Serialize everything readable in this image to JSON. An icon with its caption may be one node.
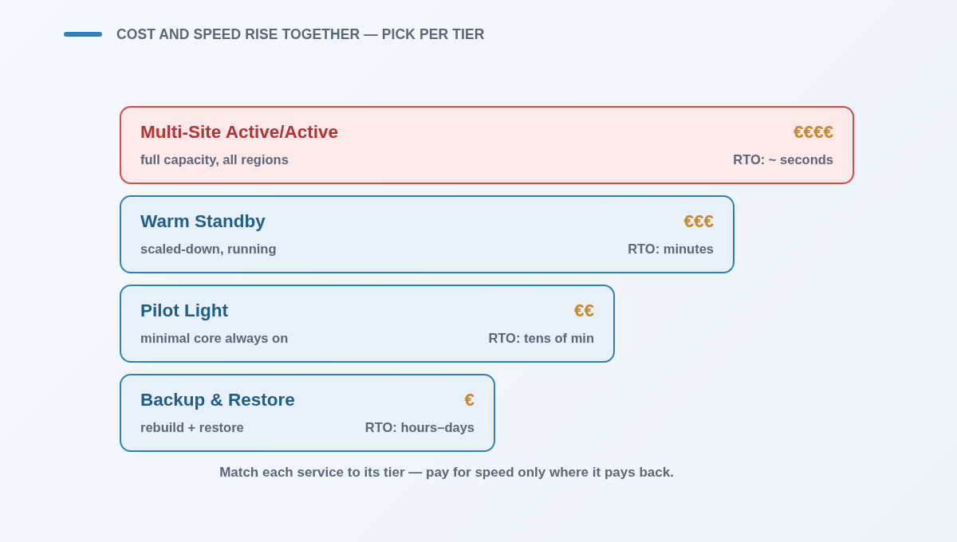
{
  "diagram": {
    "title": "COST AND SPEED RISE TOGETHER — PICK PER TIER",
    "nodes": [
      {
        "text": [
          "Multi-Site Active/Active",
          "€€€€",
          "full capacity, all regions",
          "RTO: ~ seconds"
        ]
      },
      {
        "text": [
          "Warm Standby",
          "€€€",
          "scaled-down, running",
          "RTO: minutes"
        ]
      },
      {
        "text": [
          "Pilot Light",
          "€€",
          "minimal core always on",
          "RTO: tens of min"
        ]
      },
      {
        "text": [
          "Backup & Restore",
          "€",
          "rebuild + restore",
          "RTO: hours–days"
        ]
      }
    ],
    "caption": "Match each service to its tier — pay for speed only where it pays back."
  }
}
